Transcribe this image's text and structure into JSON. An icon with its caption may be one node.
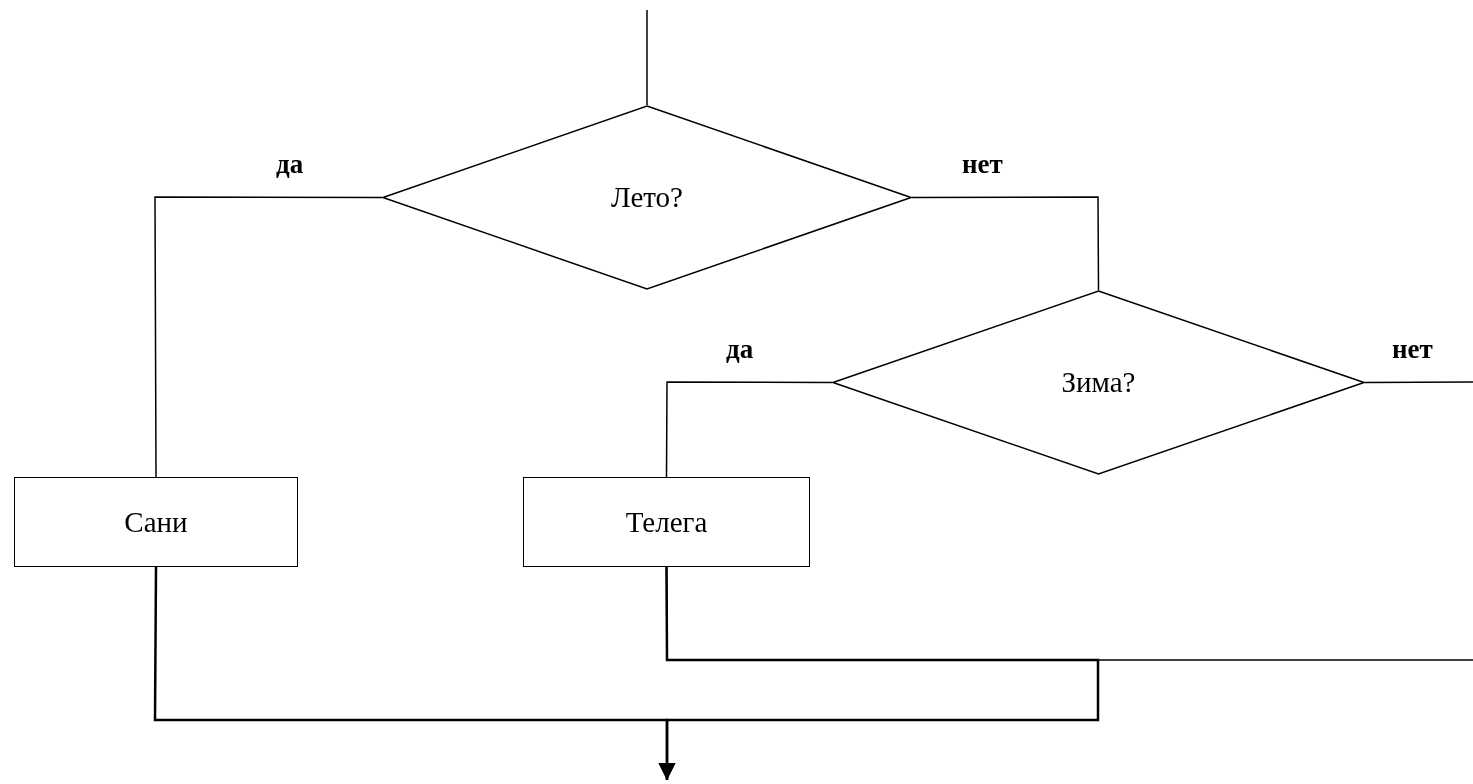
{
  "diagram": {
    "nodes": [
      {
        "text": [
          "Лето?"
        ]
      },
      {
        "text": [
          "Зима?"
        ]
      },
      {
        "text": [
          "Сани"
        ]
      },
      {
        "text": [
          "Телега"
        ]
      }
    ],
    "edges": [
      {
        "from": null,
        "to": 0,
        "arrow": "none"
      },
      {
        "from": 0,
        "to": 2,
        "arrow": "none",
        "label": "да"
      },
      {
        "from": 0,
        "to": 1,
        "arrow": "none",
        "label": "нет"
      },
      {
        "from": 1,
        "to": 3,
        "arrow": "none",
        "label": "да"
      },
      {
        "from": 1,
        "to": null,
        "arrow": "none",
        "label": "нет"
      },
      {
        "from": null,
        "to": 3,
        "arrow": "none"
      },
      {
        "from": 3,
        "to": null,
        "arrow": "to"
      },
      {
        "from": 2,
        "to": null,
        "arrow": "to"
      }
    ]
  }
}
